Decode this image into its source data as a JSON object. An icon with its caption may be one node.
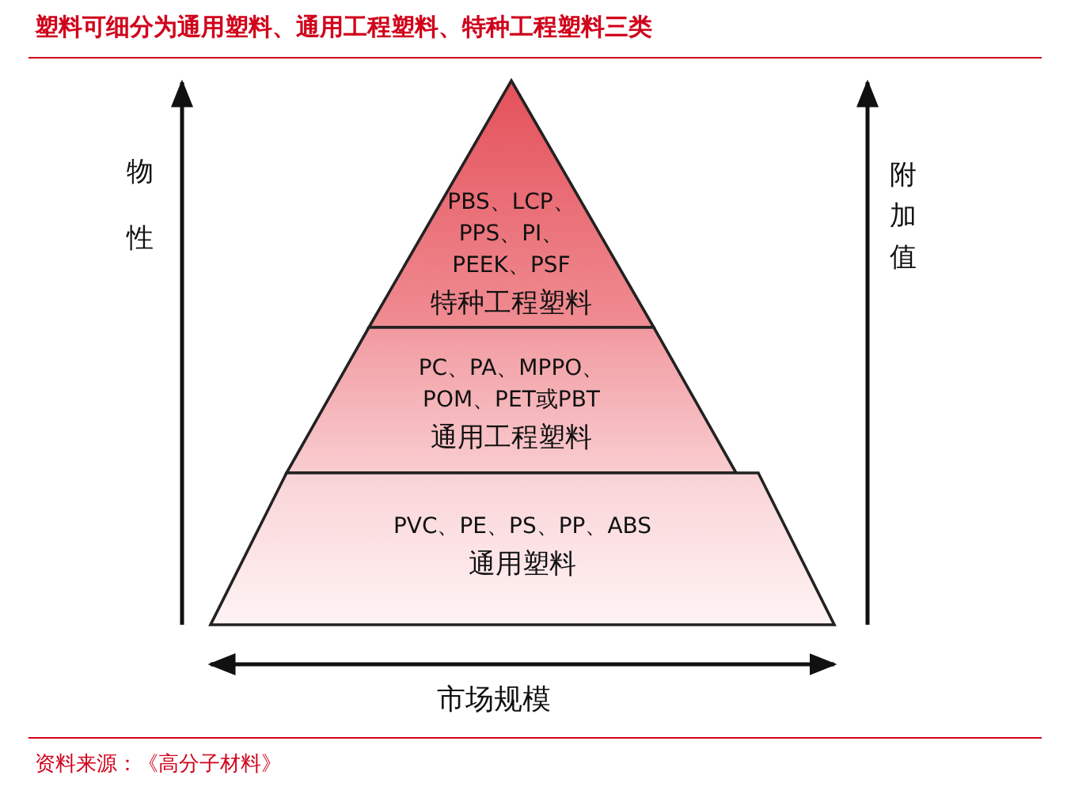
{
  "diagram": {
    "title": "塑料可细分为通用塑料、通用工程塑料、特种工程塑料三类",
    "caption": "资料来源：《高分子材料》",
    "nodes": [
      {
        "text": [
          "PBS、LCP、PPS、PI、PEEK、PSF",
          "特种工程塑料"
        ]
      },
      {
        "text": [
          "PC、PA、MPPO、POM、PET或PBT",
          "通用工程塑料"
        ]
      },
      {
        "text": [
          "PVC、PE、PS、PP、ABS",
          "通用塑料"
        ]
      }
    ],
    "edges": [],
    "labels": [
      "物性",
      "附加值",
      "市场规模"
    ]
  }
}
